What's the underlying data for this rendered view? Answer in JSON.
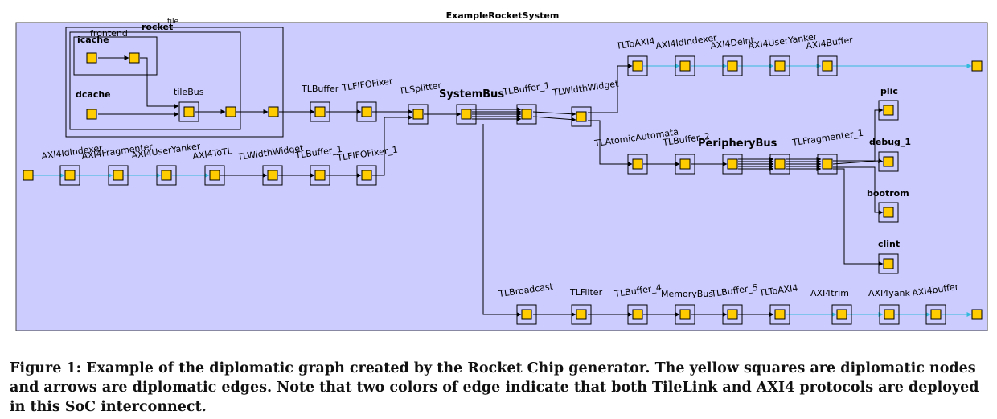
{
  "title": "ExampleRocketSystem",
  "groups": {
    "tile": "tile",
    "rocket": "rocket",
    "frontend": "frontend",
    "icache": "icache",
    "dcache": "dcache",
    "tileBus": "tileBus"
  },
  "labels": {
    "TLBuffer": "TLBuffer",
    "TLFIFOFixer": "TLFIFOFixer",
    "TLSplitter": "TLSplitter",
    "SystemBus": "SystemBus",
    "TLBuffer_1_top": "TLBuffer_1",
    "TLWidthWidget_top": "TLWidthWidget",
    "TLToAXI4_top": "TLToAXI4",
    "AXI4IdIndexer_top": "AXI4IdIndexer",
    "AXI4Deint": "AXI4Deint",
    "AXI4UserYanker_top": "AXI4UserYanker",
    "AXI4Buffer": "AXI4Buffer",
    "TLAtomicAutomata": "TLAtomicAutomata",
    "TLBuffer_2": "TLBuffer_2",
    "PeripheryBus": "PeripheryBus",
    "TLFragmenter_1": "TLFragmenter_1",
    "plic": "plic",
    "debug_1": "debug_1",
    "bootrom": "bootrom",
    "clint": "clint",
    "AXI4IdIndexer_left": "AXI4IdIndexer",
    "AXI4Fragmenter": "AXI4Fragmenter",
    "AXI4UserYanker_left": "AXI4UserYanker",
    "AXI4ToTL": "AXI4ToTL",
    "TLWidthWidget_left": "TLWidthWidget",
    "TLBuffer_1_left": "TLBuffer_1",
    "TLFIFOFixer_1": "TLFIFOFixer_1",
    "TLBroadcast": "TLBroadcast",
    "TLFilter": "TLFilter",
    "TLBuffer_4": "TLBuffer_4",
    "MemoryBus": "MemoryBus",
    "TLBuffer_5": "TLBuffer_5",
    "TLToAXI4_bottom": "TLToAXI4",
    "AXI4trim": "AXI4trim",
    "AXI4yank": "AXI4yank",
    "AXI4buffer": "AXI4buffer"
  },
  "colors": {
    "canvas": "#ccccff",
    "node": "#ffcc00",
    "tilelink_edge": "#000000",
    "axi4_edge": "#33bbdd"
  },
  "caption": "Figure 1: Example of the diplomatic graph created by the Rocket Chip generator. The yellow squares are diplomatic nodes and arrows are diplomatic edges. Note that two colors of edge indicate that both TileLink and AXI4 protocols are deployed in this SoC interconnect."
}
